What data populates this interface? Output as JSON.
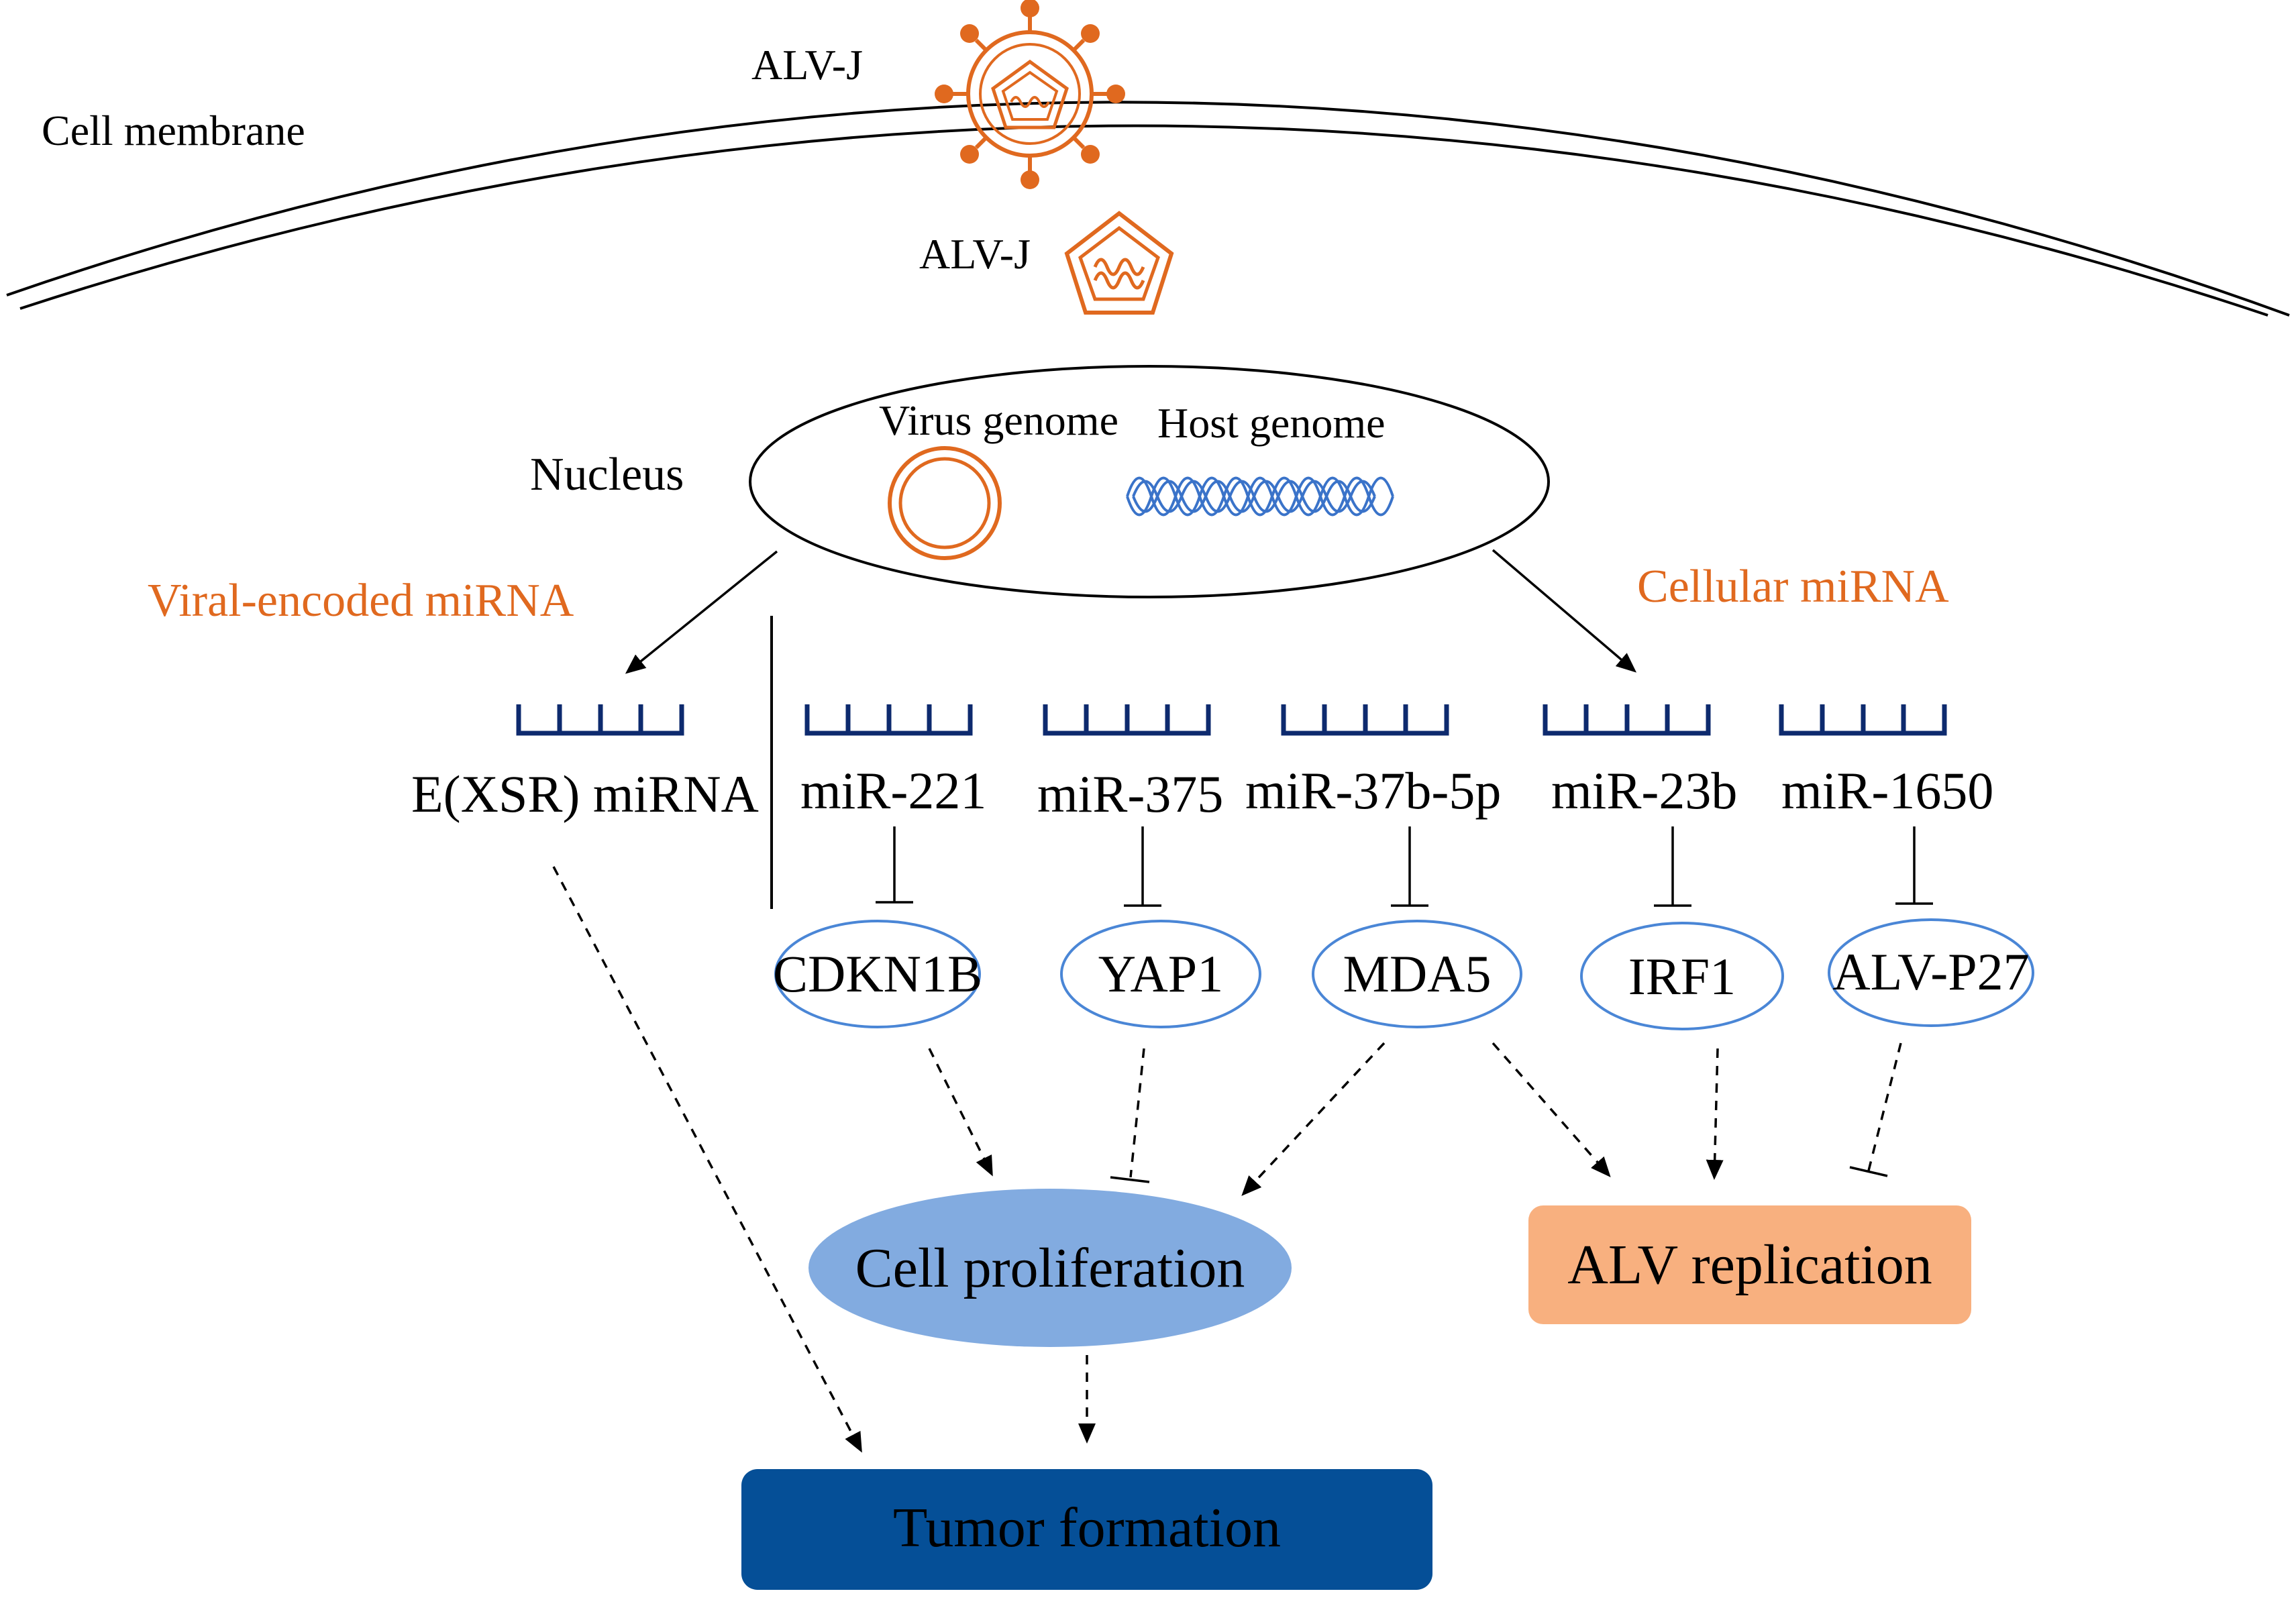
{
  "labels": {
    "cell_membrane": "Cell membrane",
    "virus_outside": "ALV-J",
    "virus_inside": "ALV-J",
    "nucleus": "Nucleus",
    "virus_genome": "Virus genome",
    "host_genome": "Host genome",
    "viral_mirna": "Viral-encoded miRNA",
    "cellular_mirna": "Cellular miRNA"
  },
  "mirnas": [
    "E(XSR) miRNA",
    "miR-221",
    "miR-375",
    "miR-37b-5p",
    "miR-23b",
    "miR-1650"
  ],
  "targets": [
    "CDKN1B",
    "YAP1",
    "MDA5",
    "IRF1",
    "ALV-P27"
  ],
  "outcomes": {
    "cell_proliferation": "Cell proliferation",
    "alv_replication": "ALV replication",
    "tumor_formation": "Tumor formation"
  },
  "colors": {
    "orange": "#E0691F",
    "mirna_strip": "#0D2A6E",
    "target_outline": "#4A86D6",
    "cell_proliferation_fill": "#82ABE0",
    "alv_replication_fill": "#F8B07F",
    "tumor_formation_fill": "#054F97",
    "host_genome": "#3A73C9"
  }
}
